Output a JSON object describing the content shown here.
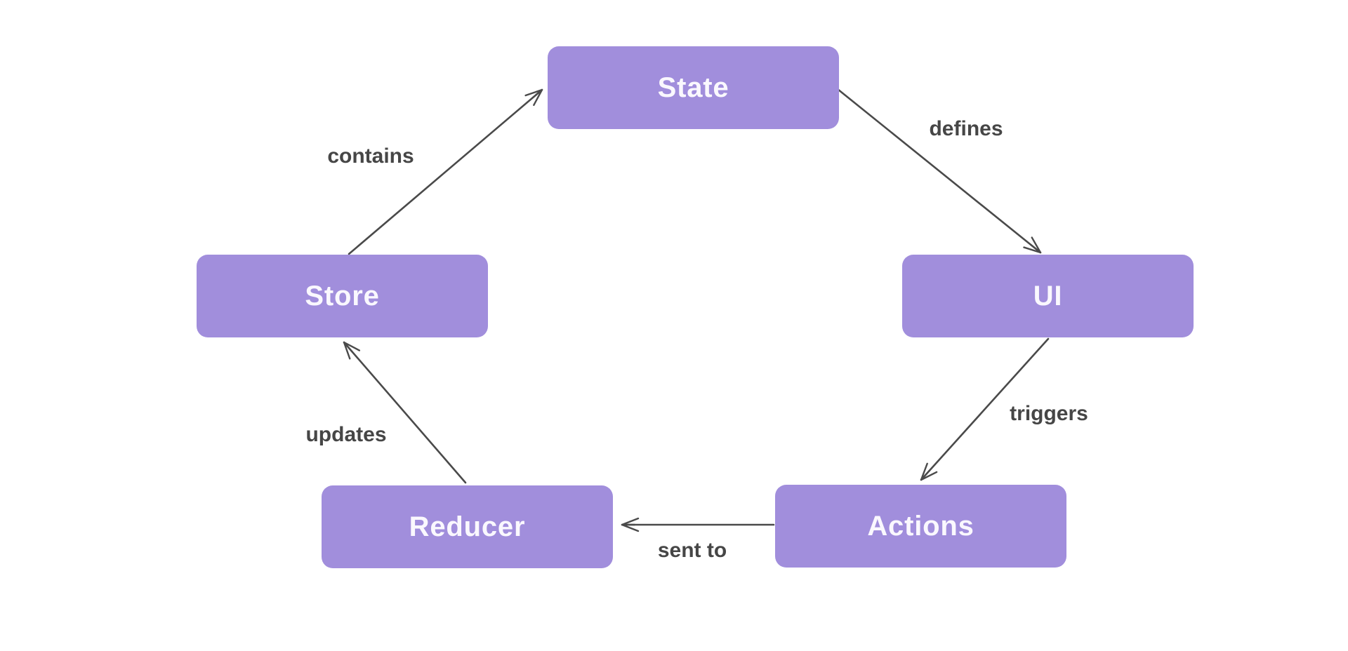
{
  "diagram": {
    "type": "flow-cycle",
    "nodes": [
      {
        "id": "state",
        "label": "State"
      },
      {
        "id": "store",
        "label": "Store"
      },
      {
        "id": "ui",
        "label": "UI"
      },
      {
        "id": "reducer",
        "label": "Reducer"
      },
      {
        "id": "actions",
        "label": "Actions"
      }
    ],
    "edges": [
      {
        "from": "store",
        "to": "state",
        "label": "contains"
      },
      {
        "from": "state",
        "to": "ui",
        "label": "defines"
      },
      {
        "from": "ui",
        "to": "actions",
        "label": "triggers"
      },
      {
        "from": "actions",
        "to": "reducer",
        "label": "sent to"
      },
      {
        "from": "reducer",
        "to": "store",
        "label": "updates"
      }
    ],
    "colors": {
      "node_fill": "#A18EDC",
      "node_text": "#FAF8FE",
      "edge_stroke": "#4A4A4A",
      "edge_label_text": "#464646",
      "background": "#FFFFFF"
    }
  }
}
